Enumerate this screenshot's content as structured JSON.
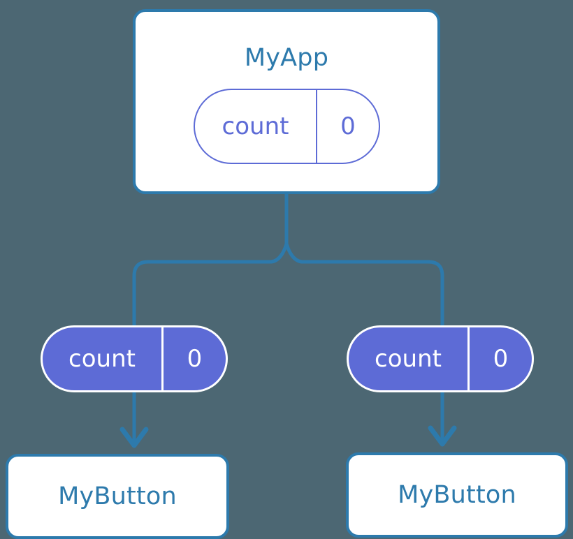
{
  "diagram": {
    "title": "MyApp component tree with count state propagation",
    "background_color": "#4c6773",
    "line_color": "#2d7aac",
    "component_border_color": "#2d7aac",
    "component_text_color": "#2d7aac",
    "state_color": "#5d6bd6",
    "state_text_on_fill_color": "#ffffff"
  },
  "root": {
    "name": "MyApp",
    "state": {
      "key": "count",
      "value": "0"
    }
  },
  "children": [
    {
      "name": "MyButton",
      "state": {
        "key": "count",
        "value": "0"
      }
    },
    {
      "name": "MyButton",
      "state": {
        "key": "count",
        "value": "0"
      }
    }
  ],
  "connectors": {
    "trunk": "vertical line from MyApp card down to split point",
    "split": "branches left and right to each child state pill",
    "arrows": "arrowheads pointing down from each child state pill into its MyButton card"
  }
}
